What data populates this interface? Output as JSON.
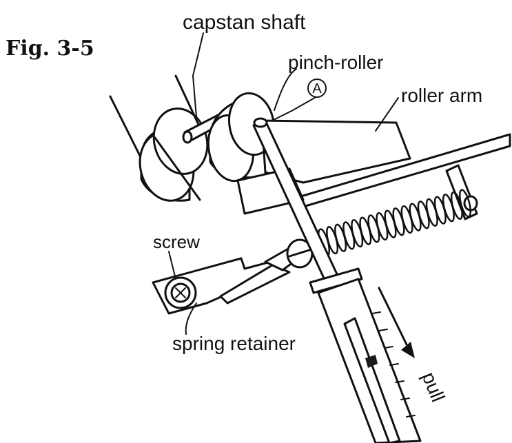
{
  "figure": {
    "number": "Fig. 3-5"
  },
  "labels": {
    "capstan_shaft": "capstan shaft",
    "pinch_roller": "pinch-roller",
    "marker_a": "A",
    "roller_arm": "roller arm",
    "screw": "screw",
    "spring_retainer": "spring retainer",
    "pull": "pull"
  },
  "colors": {
    "ink": "#111111",
    "paper": "#ffffff"
  }
}
